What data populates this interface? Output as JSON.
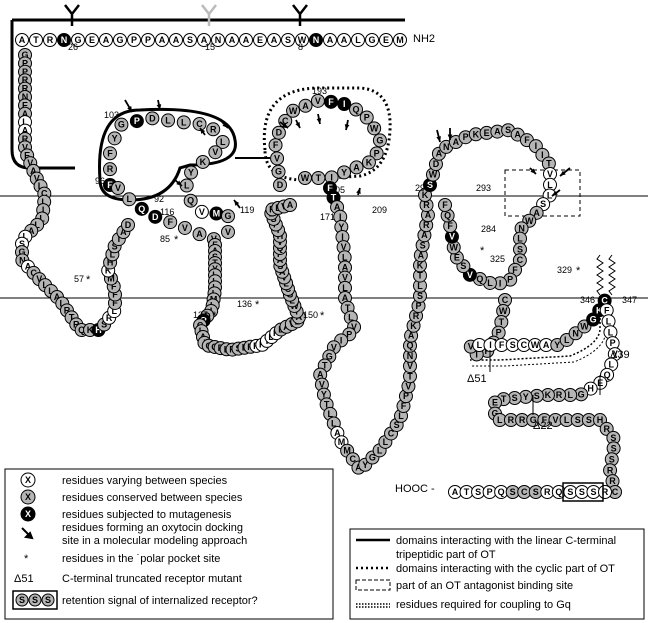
{
  "terminals": {
    "n": "NH2",
    "c": "HOOC -"
  },
  "numbers": {
    "n26": "26",
    "n15": "15",
    "n8": "8",
    "n103": "103",
    "n193": "193",
    "n96": "96",
    "n92": "92",
    "n116": "116",
    "n119": "119",
    "n205": "205",
    "n209": "209",
    "n171": "171",
    "n295": "295",
    "n293": "293",
    "n284": "284",
    "n85": "85",
    "n57": "57",
    "n136": "136",
    "n137": "137",
    "n150": "150",
    "n325": "325",
    "n329": "329",
    "n346": "346",
    "n347": "347",
    "d51": "Δ51",
    "d39": "Δ39",
    "d22": "Δ22"
  },
  "sequence_ext_n": "ATRNGEAGPPAASANAAEASWNAALGEM",
  "sequence_tm1_up": "GPPRRNEALARVEVAVLCLILLALSGNACVLLALRTRQKHSRLFFFMKHLSIAD",
  "sequence_ecl1": "FRFYGPDLLCRLVKYLQVMGVVAVFDQLV",
  "sequence_tm2": "FASTYLLLLMLIDRCLAICQPLRSLRRRTDRLAVLATWLGCLVASAPQVHIFSLREVA",
  "sequence_ecl2": "DGVFDCWAVFIQPWGPKAYITW",
  "sequence_tm4": "FTAIYIVLAVLATLVPIVGTAVYTLLAMMCAYGLLCSLFPVTVNQAKRPSLTKASARARK",
  "sequence_ecl3": "SWDANAPKEASAFIITVLLSAWNLSCFPILQVSEWVFQF",
  "sequence_tm7": "CWTPFFIVLIFSCWAYLNWGKCFLLPVLQEHGLRKSYSTEGLRRGFVLSSHRSSSRRC",
  "sequence_tail": "ATSPQSCSRQSSSR",
  "legend_left": [
    {
      "glyph": "X",
      "text": "residues varying between species"
    },
    {
      "glyph": "X",
      "text": "residues conserved between species"
    },
    {
      "glyph": "X",
      "text": "residues subjected to mutagenesis"
    },
    {
      "glyph": "arrow",
      "text": "residues forming an oxytocin docking site in a molecular modeling approach"
    },
    {
      "glyph": "*",
      "text": "residues in the ˙polar pocket site"
    },
    {
      "glyph": "Δ51",
      "text": "C-terminal truncated receptor mutant"
    },
    {
      "glyph": "SSS",
      "text": "retention signal of internalized receptor?"
    }
  ],
  "legend_right": [
    {
      "text": "domains interacting with the linear C-terminal tripeptidic part of OT"
    },
    {
      "text": "domains interacting with the cyclic part of OT"
    },
    {
      "text": "part of an OT antagonist binding site"
    },
    {
      "text": "residues required for coupling to Gq"
    }
  ]
}
